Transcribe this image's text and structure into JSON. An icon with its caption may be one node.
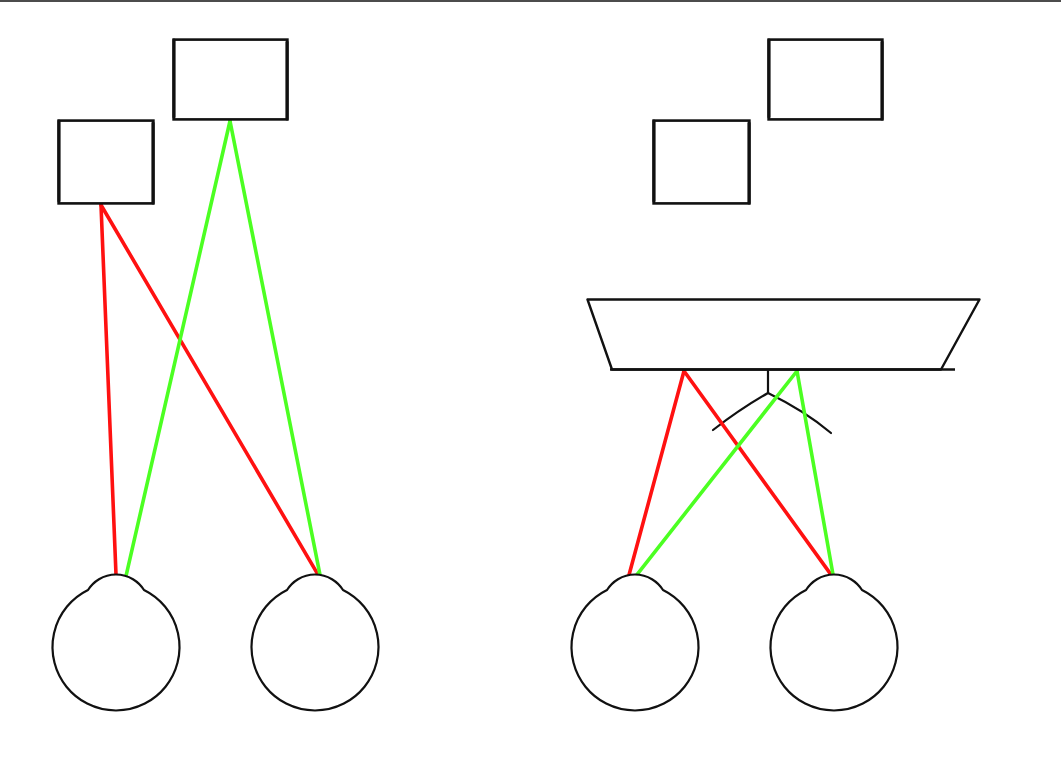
{
  "diagram": {
    "nodes": [
      {
        "text": [],
        "shape": "box"
      },
      {
        "text": [],
        "shape": "box"
      },
      {
        "text": [],
        "shape": "eye"
      },
      {
        "text": [],
        "shape": "eye"
      },
      {
        "text": [],
        "shape": "box"
      },
      {
        "text": [],
        "shape": "box"
      },
      {
        "text": [],
        "shape": "trapezoid"
      },
      {
        "text": [],
        "shape": "eye"
      },
      {
        "text": [],
        "shape": "eye"
      }
    ],
    "edges": [
      {
        "from": 0,
        "to": 2,
        "arrow": "none",
        "color": "#ff1111"
      },
      {
        "from": 0,
        "to": 3,
        "arrow": "none",
        "color": "#ff1111"
      },
      {
        "from": 1,
        "to": 2,
        "arrow": "none",
        "color": "#4cff22"
      },
      {
        "from": 1,
        "to": 3,
        "arrow": "none",
        "color": "#4cff22"
      },
      {
        "from": 6,
        "to": 7,
        "arrow": "none",
        "color": "#ff1111"
      },
      {
        "from": 6,
        "to": 8,
        "arrow": "none",
        "color": "#ff1111"
      },
      {
        "from": 6,
        "to": 7,
        "arrow": "none",
        "color": "#4cff22"
      },
      {
        "from": 6,
        "to": 8,
        "arrow": "none",
        "color": "#4cff22"
      }
    ]
  }
}
